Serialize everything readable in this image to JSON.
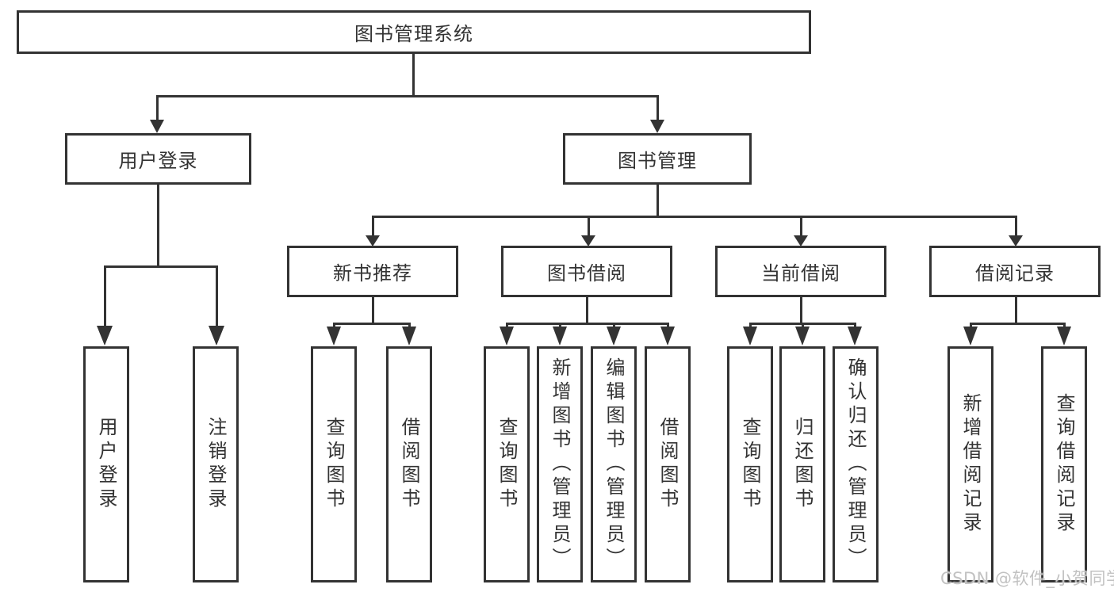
{
  "diagram": {
    "title": "图书管理系统",
    "level2": [
      {
        "label": "用户登录"
      },
      {
        "label": "图书管理"
      }
    ],
    "level3": [
      {
        "label": "新书推荐"
      },
      {
        "label": "图书借阅"
      },
      {
        "label": "当前借阅"
      },
      {
        "label": "借阅记录"
      }
    ],
    "leaves": [
      {
        "label": "用户登录"
      },
      {
        "label": "注销登录"
      },
      {
        "label": "查询图书"
      },
      {
        "label": "借阅图书"
      },
      {
        "label": "查询图书"
      },
      {
        "label": "新增图书（管理员）"
      },
      {
        "label": "编辑图书（管理员）"
      },
      {
        "label": "借阅图书"
      },
      {
        "label": "查询图书"
      },
      {
        "label": "归还图书"
      },
      {
        "label": "确认归还（管理员）"
      },
      {
        "label": "新增借阅记录"
      },
      {
        "label": "查询借阅记录"
      }
    ],
    "watermark": "CSDN @软件_小贺同学",
    "colors": {
      "line": "#333333",
      "text": "#333333",
      "background": "#ffffff",
      "watermark": "#c2c2c2"
    }
  }
}
